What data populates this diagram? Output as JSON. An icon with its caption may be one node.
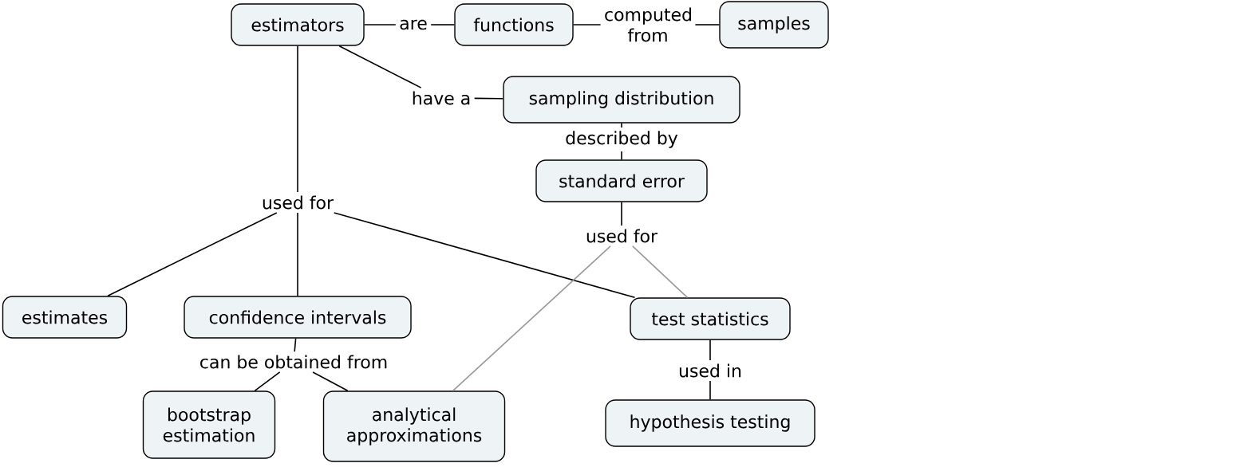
{
  "diagram": {
    "nodes": [
      {
        "text": [
          "estimators"
        ]
      },
      {
        "text": [
          "are"
        ]
      },
      {
        "text": [
          "functions"
        ]
      },
      {
        "text": [
          "computed from"
        ]
      },
      {
        "text": [
          "samples"
        ]
      },
      {
        "text": [
          "have a"
        ]
      },
      {
        "text": [
          "sampling distribution"
        ]
      },
      {
        "text": [
          "described by"
        ]
      },
      {
        "text": [
          "standard error"
        ]
      },
      {
        "text": [
          "used for"
        ]
      },
      {
        "text": [
          "used for"
        ]
      },
      {
        "text": [
          "estimates"
        ]
      },
      {
        "text": [
          "confidence intervals"
        ]
      },
      {
        "text": [
          "test statistics"
        ]
      },
      {
        "text": [
          "can be obtained from"
        ]
      },
      {
        "text": [
          "bootstrap estimation"
        ]
      },
      {
        "text": [
          "analytical approximations"
        ]
      },
      {
        "text": [
          "used in"
        ]
      },
      {
        "text": [
          "hypothesis testing"
        ]
      }
    ],
    "edges": [
      {
        "from": 0,
        "to": 1,
        "arrow": "none"
      },
      {
        "from": 1,
        "to": 2,
        "arrow": "none"
      },
      {
        "from": 2,
        "to": 3,
        "arrow": "none"
      },
      {
        "from": 3,
        "to": 4,
        "arrow": "none"
      },
      {
        "from": 0,
        "to": 5,
        "arrow": "none"
      },
      {
        "from": 5,
        "to": 6,
        "arrow": "none"
      },
      {
        "from": 6,
        "to": 7,
        "arrow": "none"
      },
      {
        "from": 7,
        "to": 8,
        "arrow": "none"
      },
      {
        "from": 0,
        "to": 9,
        "arrow": "none"
      },
      {
        "from": 9,
        "to": 11,
        "arrow": "none"
      },
      {
        "from": 9,
        "to": 12,
        "arrow": "none"
      },
      {
        "from": 9,
        "to": 13,
        "arrow": "none"
      },
      {
        "from": 8,
        "to": 10,
        "arrow": "none"
      },
      {
        "from": 10,
        "to": 13,
        "arrow": "none",
        "color": "#999999"
      },
      {
        "from": 10,
        "to": 16,
        "arrow": "none",
        "color": "#999999"
      },
      {
        "from": 12,
        "to": 14,
        "arrow": "none"
      },
      {
        "from": 14,
        "to": 15,
        "arrow": "none"
      },
      {
        "from": 14,
        "to": 16,
        "arrow": "none"
      },
      {
        "from": 13,
        "to": 17,
        "arrow": "none"
      },
      {
        "from": 17,
        "to": 18,
        "arrow": "none"
      }
    ]
  }
}
